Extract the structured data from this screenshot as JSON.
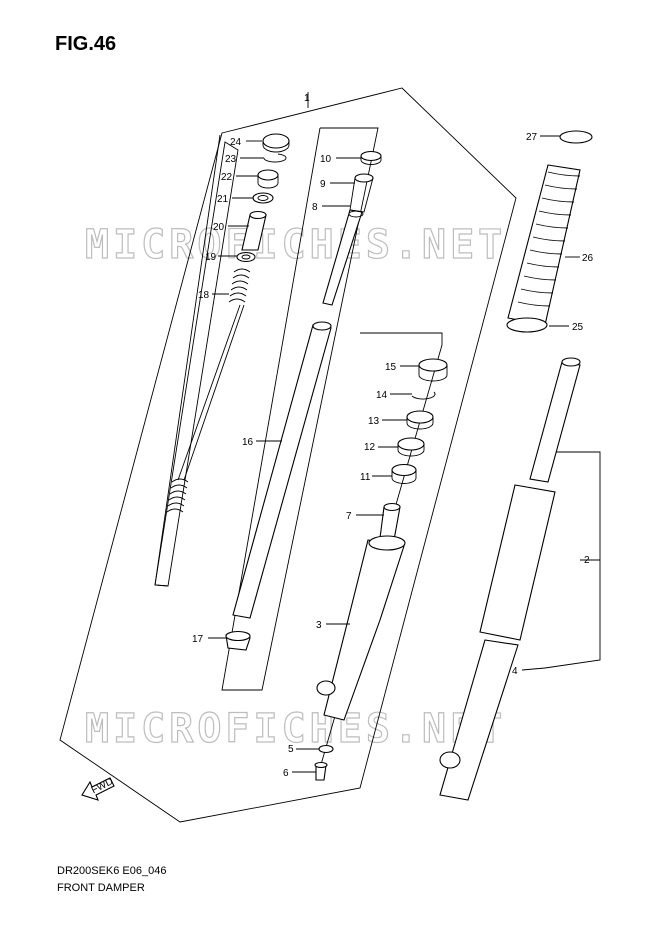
{
  "figure": {
    "title": "FIG.46",
    "code": "DR200SEK6 E06_046",
    "caption": "FRONT DAMPER"
  },
  "watermark": "MICROFICHES.NET",
  "fwd_label": "FWD",
  "callouts": [
    {
      "id": "p1",
      "label": "1"
    },
    {
      "id": "p2",
      "label": "2"
    },
    {
      "id": "p3",
      "label": "3"
    },
    {
      "id": "p4",
      "label": "4"
    },
    {
      "id": "p5",
      "label": "5"
    },
    {
      "id": "p6",
      "label": "6"
    },
    {
      "id": "p7",
      "label": "7"
    },
    {
      "id": "p8",
      "label": "8"
    },
    {
      "id": "p9",
      "label": "9"
    },
    {
      "id": "p10",
      "label": "10"
    },
    {
      "id": "p11",
      "label": "11"
    },
    {
      "id": "p12",
      "label": "12"
    },
    {
      "id": "p13",
      "label": "13"
    },
    {
      "id": "p14",
      "label": "14"
    },
    {
      "id": "p15",
      "label": "15"
    },
    {
      "id": "p16",
      "label": "16"
    },
    {
      "id": "p17",
      "label": "17"
    },
    {
      "id": "p18",
      "label": "18"
    },
    {
      "id": "p19",
      "label": "19"
    },
    {
      "id": "p20",
      "label": "20"
    },
    {
      "id": "p21",
      "label": "21"
    },
    {
      "id": "p22",
      "label": "22"
    },
    {
      "id": "p23",
      "label": "23"
    },
    {
      "id": "p24",
      "label": "24"
    },
    {
      "id": "p25",
      "label": "25"
    },
    {
      "id": "p26",
      "label": "26"
    },
    {
      "id": "p27",
      "label": "27"
    }
  ]
}
